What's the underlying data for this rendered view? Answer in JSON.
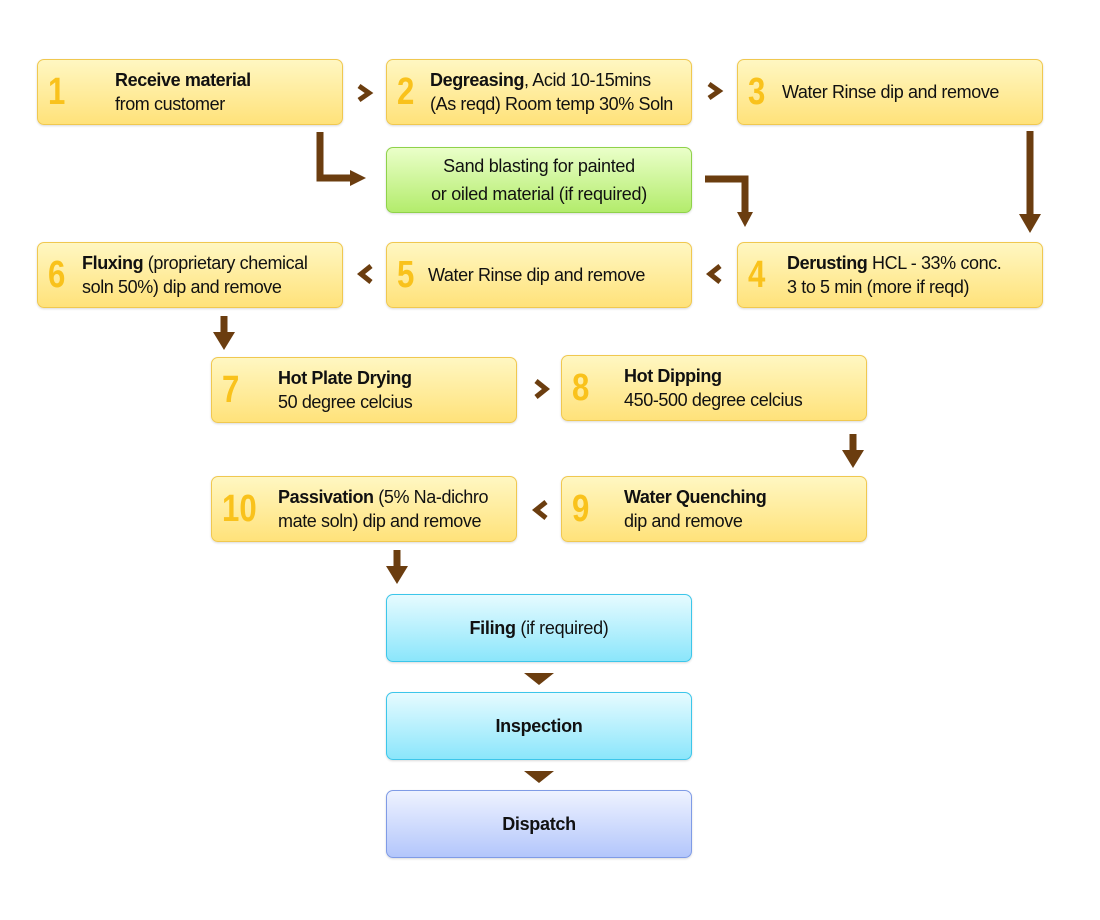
{
  "steps": [
    {
      "num": "1",
      "bold": "Receive material",
      "rest": "",
      "line2": "from customer"
    },
    {
      "num": "2",
      "bold": "Degreasing",
      "rest": ", Acid 10-15mins",
      "line2": "(As reqd) Room temp 30% Soln"
    },
    {
      "num": "3",
      "bold": "",
      "rest": "Water Rinse dip and remove",
      "line2": ""
    },
    {
      "num": "4",
      "bold": "Derusting",
      "rest": " HCL - 33% conc.",
      "line2": "3 to 5 min (more if reqd)"
    },
    {
      "num": "5",
      "bold": "",
      "rest": "Water Rinse dip and remove",
      "line2": ""
    },
    {
      "num": "6",
      "bold": "Fluxing",
      "rest": " (proprietary chemical",
      "line2": "soln 50%) dip and remove"
    },
    {
      "num": "7",
      "bold": "Hot Plate Drying",
      "rest": "",
      "line2": "50 degree celcius"
    },
    {
      "num": "8",
      "bold": "Hot Dipping",
      "rest": "",
      "line2": "450-500 degree celcius"
    },
    {
      "num": "9",
      "bold": "Water Quenching",
      "rest": "",
      "line2": "dip and remove"
    },
    {
      "num": "10",
      "bold": "Passivation",
      "rest": " (5% Na-dichro",
      "line2": "mate soln) dip and remove"
    }
  ],
  "sand_blasting": {
    "line1": "Sand blasting for painted",
    "line2": "or oiled material (if required)"
  },
  "filing": {
    "bold": "Filing",
    "rest": " (if required)"
  },
  "inspection": {
    "label": "Inspection"
  },
  "dispatch": {
    "label": "Dispatch"
  },
  "colors": {
    "arrow": "#6b3d0f",
    "step_box": "#ffe27a",
    "step_number": "#f9c21c",
    "optional_box": "#b3ec6c",
    "final_box": "#8be6fb",
    "dispatch_box": "#b3c6fb"
  }
}
